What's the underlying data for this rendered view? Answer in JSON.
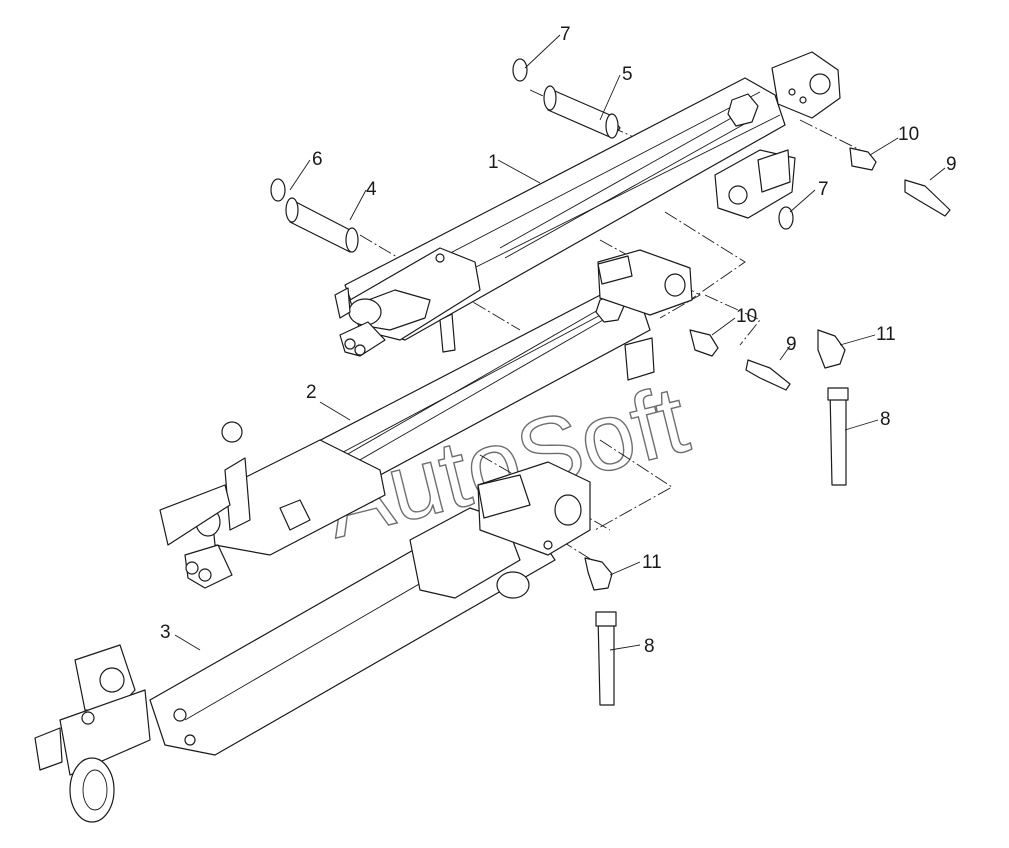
{
  "callouts": {
    "c1": "1",
    "c2": "2",
    "c3": "3",
    "c4": "4",
    "c5": "5",
    "c6": "6",
    "c7a": "7",
    "c7b": "7",
    "c8a": "8",
    "c8b": "8",
    "c9a": "9",
    "c9b": "9",
    "c10a": "10",
    "c10b": "10",
    "c11a": "11",
    "c11b": "11"
  },
  "watermark": "AutoSoft"
}
